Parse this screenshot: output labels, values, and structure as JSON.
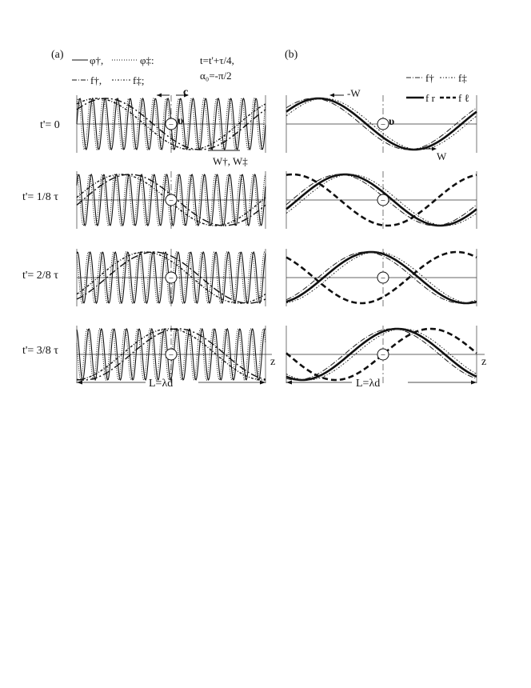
{
  "panel_a": {
    "label": "(a)",
    "legend": {
      "phi_dagger": "φ†,",
      "phi_ddagger": "φ‡:",
      "f_dagger": "f†,",
      "f_ddagger": "f‡;",
      "equation": "t=t'+τ/4,",
      "alpha": "α₀=-π/2"
    },
    "annotations": {
      "c": "c",
      "upsilon": "υ",
      "w_pair": "W†, W‡"
    },
    "length_label": "L=λd"
  },
  "panel_b": {
    "label": "(b)",
    "legend": {
      "f_dagger": "f†",
      "f_ddagger": "f‡",
      "f_r": "f r",
      "f_l": "f ℓ"
    },
    "annotations": {
      "minus_w": "-W",
      "w": "W",
      "upsilon": "υ"
    },
    "length_label": "L=λd"
  },
  "rows": [
    {
      "label": "t'= 0"
    },
    {
      "label": "t'= 1/8 τ"
    },
    {
      "label": "t'= 2/8 τ"
    },
    {
      "label": "t'= 3/8 τ"
    }
  ],
  "axis_label": "z",
  "electron_symbol": "−"
}
